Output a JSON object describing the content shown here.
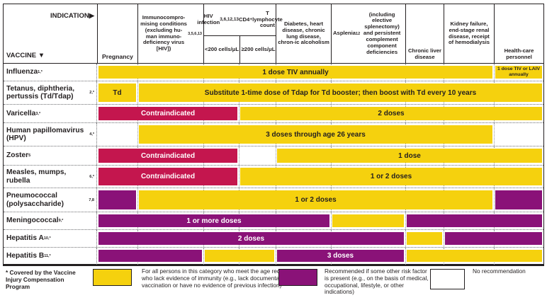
{
  "colors": {
    "yellow": "#f5d10e",
    "purple": "#8a1278",
    "red": "#c4164e",
    "border": "#231f20"
  },
  "corner": {
    "indication": "INDICATION▶",
    "vaccine": "VACCINE ▼"
  },
  "columns": [
    {
      "id": "pregnancy",
      "label": "Pregnancy",
      "width": 57
    },
    {
      "id": "immuno",
      "label": "Immunocompro-mising conditions (excluding hu-man immuno-deficiency virus [HIV])^{3,5,6,13}",
      "width": 93
    },
    {
      "id": "hiv_lt200",
      "label": "<200 cells/μL",
      "width": 50,
      "group": "hiv"
    },
    {
      "id": "hiv_ge200",
      "label": "≥200 cells/μL",
      "width": 52,
      "group": "hiv"
    },
    {
      "id": "diabetes",
      "label": "Diabetes, heart disease, chronic lung disease, chron-ic alcoholism",
      "width": 78
    },
    {
      "id": "asplenia",
      "label": "Asplenia^{12} (including elective splenectomy) and persistent complement component deficiencies",
      "width": 105
    },
    {
      "id": "liver",
      "label": "Chronic liver disease",
      "width": 54
    },
    {
      "id": "kidney",
      "label": "Kidney failure, end-stage renal disease, receipt of hemodialysis",
      "width": 71
    },
    {
      "id": "hcp",
      "label": "Health-care personnel",
      "width": 70
    }
  ],
  "hiv_group_label": "HIV infection^{3,6,12,13} CD4^{+} T lymphocyte count",
  "rows": [
    {
      "id": "influenza",
      "label": "Influenza^{1,*}",
      "height": 25,
      "segments": [
        {
          "from": "pregnancy",
          "to": "kidney",
          "type": "yellow",
          "text": "1 dose TIV annually"
        },
        {
          "from": "hcp",
          "to": "hcp",
          "type": "yellow",
          "text": "1 dose TIV or LAIV annually",
          "small": true
        }
      ]
    },
    {
      "id": "tdap",
      "label": "Tetanus, diphtheria, pertussis (Td/Tdap)^{2,*}",
      "height": 33,
      "segments": [
        {
          "from": "pregnancy",
          "to": "pregnancy",
          "type": "yellow",
          "text": "Td"
        },
        {
          "from": "immuno",
          "to": "hcp",
          "type": "yellow",
          "text": "Substitute 1-time dose of Tdap for Td booster; then boost with Td every 10 years"
        }
      ]
    },
    {
      "id": "varicella",
      "label": "Varicella^{3,*}",
      "height": 26,
      "segments": [
        {
          "from": "pregnancy",
          "to": "hiv_lt200",
          "type": "red",
          "text": "Contraindicated"
        },
        {
          "from": "hiv_ge200",
          "to": "hcp",
          "type": "yellow",
          "text": "2 doses"
        }
      ]
    },
    {
      "id": "hpv",
      "label": "Human papillomavirus (HPV)^{4,*}",
      "height": 33,
      "segments": [
        {
          "from": "immuno",
          "to": "kidney",
          "type": "yellow",
          "text": "3 doses through age 26 years"
        }
      ]
    },
    {
      "id": "zoster",
      "label": "Zoster^{5}",
      "height": 27,
      "segments": [
        {
          "from": "pregnancy",
          "to": "hiv_lt200",
          "type": "red",
          "text": "Contraindicated"
        },
        {
          "from": "diabetes",
          "to": "hcp",
          "type": "yellow",
          "text": "1 dose"
        }
      ]
    },
    {
      "id": "mmr",
      "label": "Measles, mumps, rubella^{6,*}",
      "height": 32,
      "segments": [
        {
          "from": "pregnancy",
          "to": "hiv_lt200",
          "type": "red",
          "text": "Contraindicated"
        },
        {
          "from": "hiv_ge200",
          "to": "hcp",
          "type": "yellow",
          "text": "1 or 2 doses"
        }
      ]
    },
    {
      "id": "pneumococcal",
      "label": "Pneumococcal (polysaccharide)^{7,8}",
      "height": 34,
      "segments": [
        {
          "from": "pregnancy",
          "to": "pregnancy",
          "type": "purple",
          "text": ""
        },
        {
          "from": "immuno",
          "to": "kidney",
          "type": "yellow",
          "text": "1 or 2 doses"
        },
        {
          "from": "hcp",
          "to": "hcp",
          "type": "purple",
          "text": ""
        }
      ]
    },
    {
      "id": "meningococcal",
      "label": "Meningococcal^{9,*}",
      "height": 25,
      "segments": [
        {
          "from": "pregnancy",
          "to": "diabetes",
          "type": "purple",
          "text": "1 or more doses"
        },
        {
          "from": "asplenia",
          "to": "asplenia",
          "type": "yellow",
          "text": ""
        },
        {
          "from": "liver",
          "to": "hcp",
          "type": "purple",
          "text": ""
        }
      ]
    },
    {
      "id": "hepatitis_a",
      "label": "Hepatitis A^{10,*}",
      "height": 25,
      "segments": [
        {
          "from": "pregnancy",
          "to": "asplenia",
          "type": "purple",
          "text": "2 doses"
        },
        {
          "from": "liver",
          "to": "liver",
          "type": "yellow",
          "text": ""
        },
        {
          "from": "kidney",
          "to": "hcp",
          "type": "purple",
          "text": ""
        }
      ]
    },
    {
      "id": "hepatitis_b",
      "label": "Hepatitis B^{11,*}",
      "height": 24,
      "segments": [
        {
          "from": "pregnancy",
          "to": "immuno",
          "type": "purple",
          "text": ""
        },
        {
          "from": "hiv_lt200",
          "to": "hiv_ge200",
          "type": "yellow",
          "text": ""
        },
        {
          "from": "diabetes",
          "to": "asplenia",
          "type": "purple",
          "text": "3 doses"
        },
        {
          "from": "liver",
          "to": "hcp",
          "type": "yellow",
          "text": ""
        }
      ]
    }
  ],
  "legend": {
    "footnote": "* Covered by the Vaccine Injury Compensation Program",
    "items": [
      {
        "type": "yellow",
        "text": "For all persons in this category who meet the age requirements and who lack evidence of immunity (e.g., lack documentation of vaccination or have no evidence of previous infection)"
      },
      {
        "type": "purple",
        "text": "Recommended if some other risk factor is present (e.g., on the basis of medical, occupational, lifestyle, or other indications)"
      },
      {
        "type": "white",
        "text": "No recommendation"
      }
    ]
  }
}
